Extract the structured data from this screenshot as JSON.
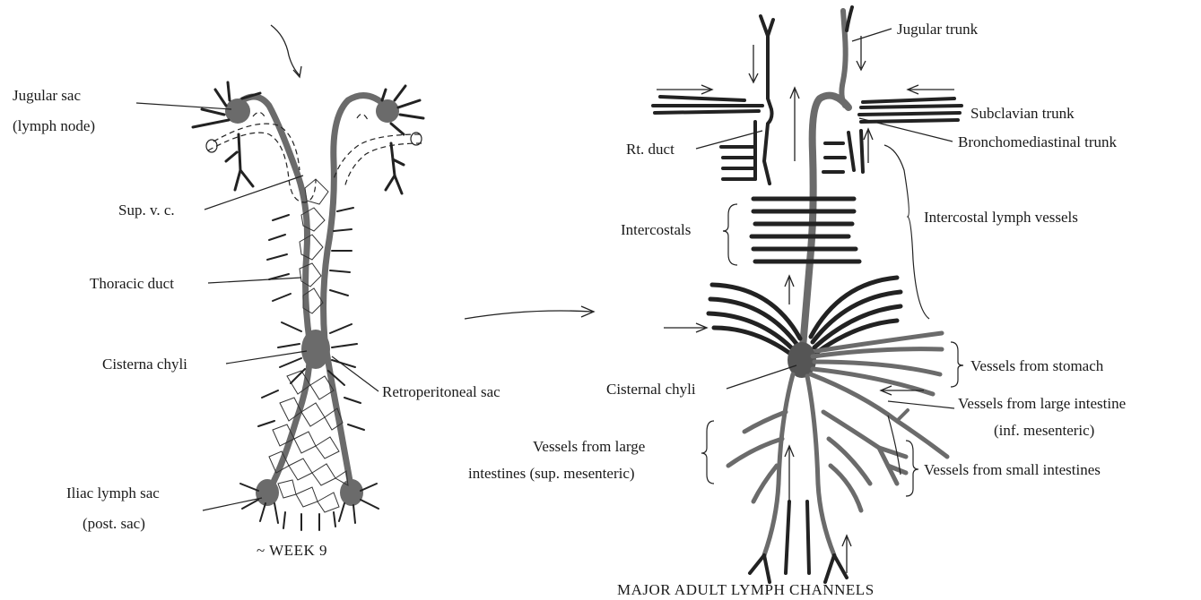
{
  "embryo": {
    "jugular_sac": "Jugular sac",
    "jugular_sac_sub": "(lymph node)",
    "sup_vc": "Sup. v. c.",
    "thoracic_duct": "Thoracic duct",
    "cisterna_chyli": "Cisterna chyli",
    "retroperitoneal_sac": "Retroperitoneal sac",
    "iliac_sac": "Iliac lymph sac",
    "iliac_sac_sub": "(post. sac)",
    "caption": "~ WEEK 9"
  },
  "adult": {
    "jugular_trunk": "Jugular trunk",
    "subclavian_trunk": "Subclavian trunk",
    "rt_duct": "Rt. duct",
    "bronchomediastinal_trunk": "Bronchomediastinal trunk",
    "intercostals": "Intercostals",
    "intercostal_lymph_vessels": "Intercostal lymph vessels",
    "vessels_from_stomach": "Vessels from stomach",
    "cisternal_chyli": "Cisternal chyli",
    "vessels_large_intestine": "Vessels from large intestine",
    "vessels_large_intestine_sub": "(inf. mesenteric)",
    "vessels_large_intestines_sup_1": "Vessels from large",
    "vessels_large_intestines_sup_2": "intestines (sup. mesenteric)",
    "vessels_small_intestines": "Vessels from small intestines",
    "caption": "MAJOR ADULT LYMPH CHANNELS"
  }
}
